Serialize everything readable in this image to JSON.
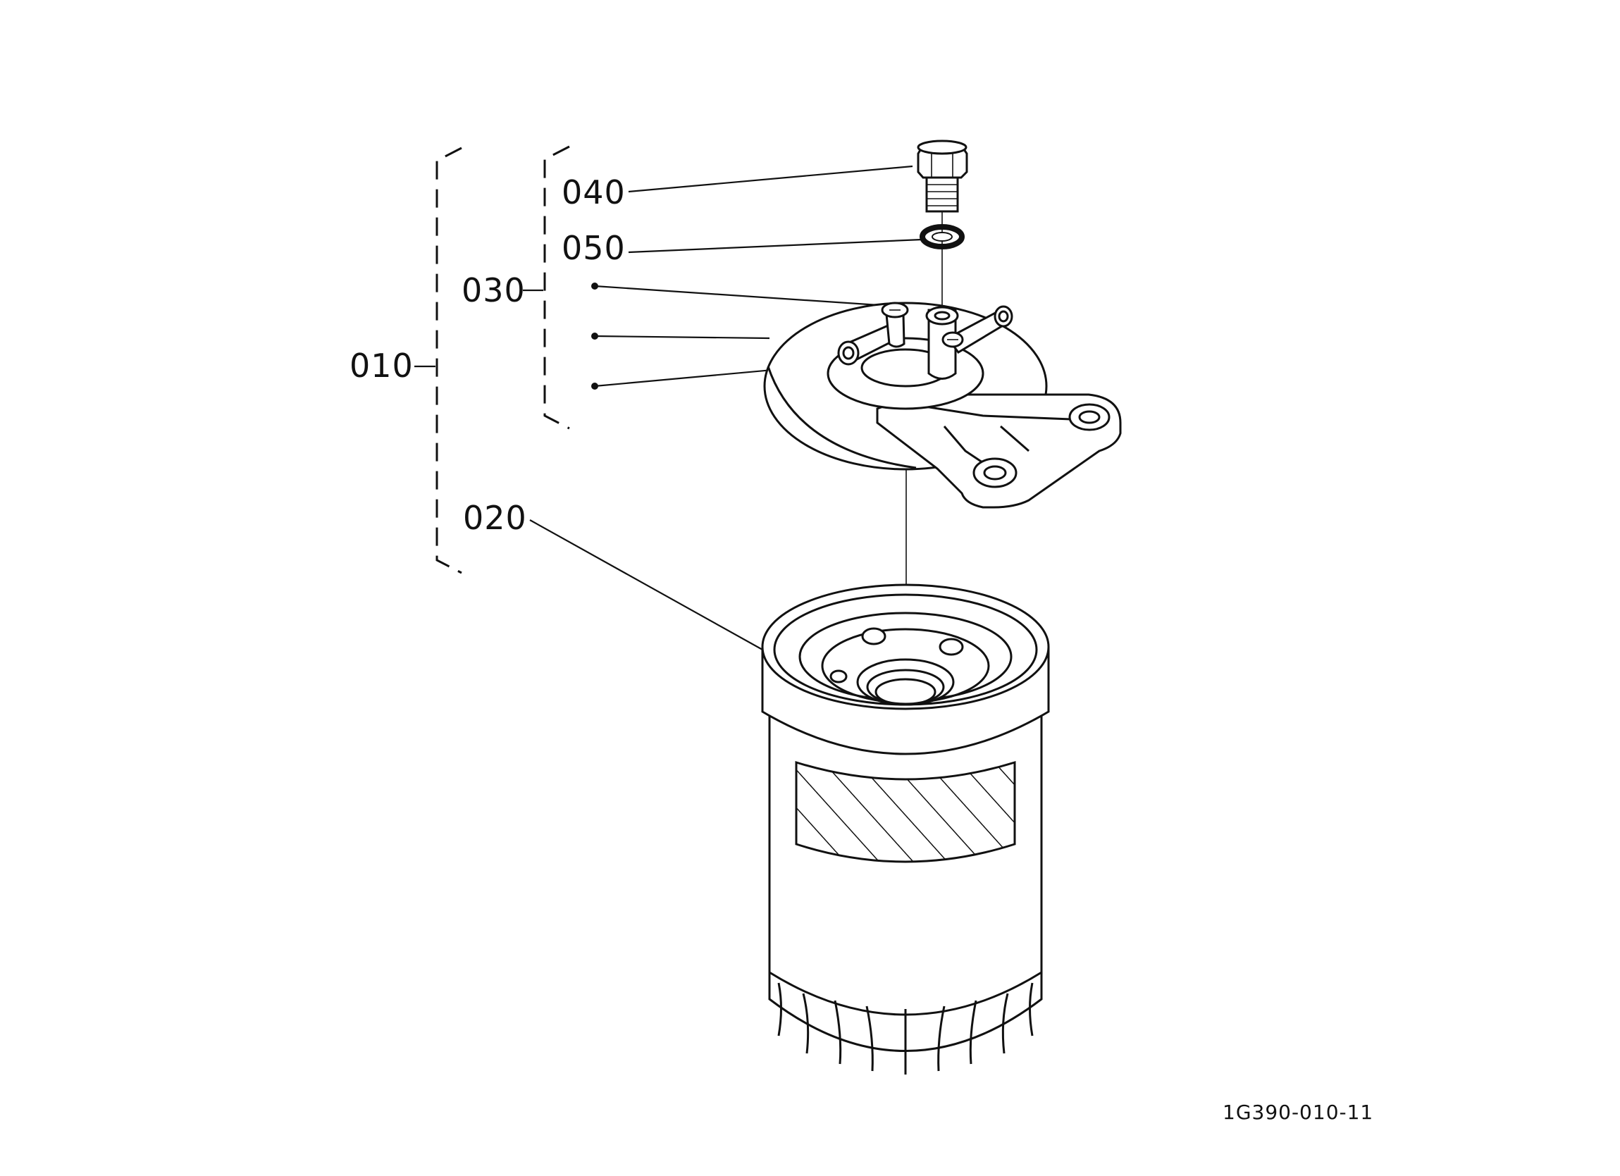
{
  "callouts": {
    "c010": "010",
    "c020": "020",
    "c030": "030",
    "c040": "040",
    "c050": "050"
  },
  "drawing_id": "1G390-010-11"
}
